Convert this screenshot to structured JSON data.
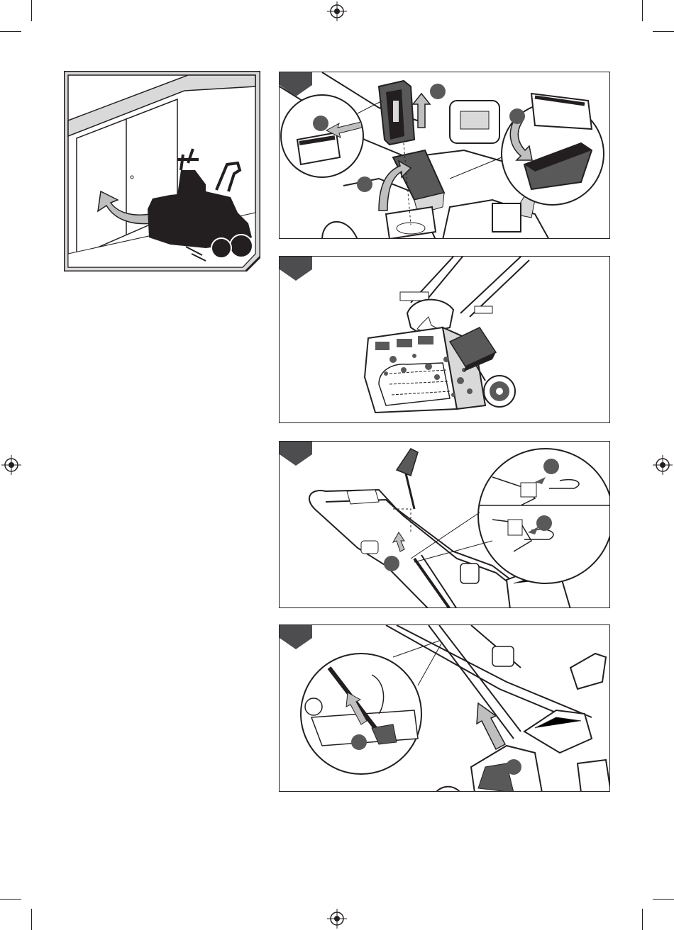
{
  "page": {
    "figures": [
      {
        "id": "storage",
        "icon": "storage-shed-icon"
      },
      {
        "id": "battery-removal",
        "icon": "battery-removal-icon"
      },
      {
        "id": "cleaning",
        "icon": "cleaning-cloth-icon"
      },
      {
        "id": "shear-pin",
        "icon": "shear-pin-icon"
      },
      {
        "id": "chute-rod",
        "icon": "chute-rod-icon"
      }
    ],
    "colors": {
      "ink": "#231f20",
      "shade": "#595959",
      "light": "#d9d9d9",
      "tab": "#4d4d4f"
    }
  }
}
